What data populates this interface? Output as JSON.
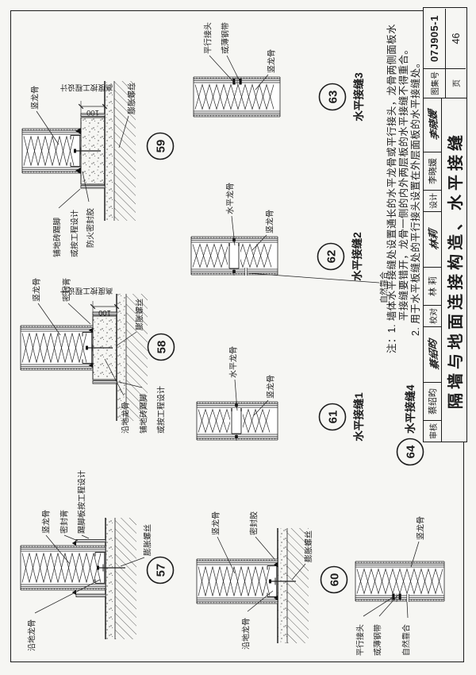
{
  "page": {
    "bg": "#f6f6f3",
    "ink": "#1c1c1c"
  },
  "sheet": {
    "notes": {
      "lines": [
        "注：1. 墙体水平接缝处设置通长的水平龙骨或平行接头，龙骨两侧面板水",
        "平接缝要错开，龙骨一侧的内外两层板的水平接缝不得重合。",
        "2. 用于水平板缝处的平行接头设置在外层面板的水平接缝处。"
      ]
    },
    "titleblock": {
      "title": "隔墙与地面连接构造、水平接缝",
      "atlas_label": "图集号",
      "atlas_no": "07J905-1",
      "page_label": "页",
      "page_no": "46",
      "roles": [
        {
          "label": "审核",
          "name": "蔡绍昀",
          "sig": "蔡绍昀"
        },
        {
          "label": "校对",
          "name": "林 莉",
          "sig": "林莉"
        },
        {
          "label": "设计",
          "name": "李晓媛",
          "sig": "李晓媛"
        }
      ]
    },
    "details": [
      {
        "num": "57",
        "caption": "",
        "labels": [
          "沿地龙骨",
          "竖龙骨",
          "密封膏",
          "踢脚板按工程设计",
          "膨胀螺丝"
        ]
      },
      {
        "num": "58",
        "caption": "",
        "labels": [
          "竖龙骨",
          "密封膏",
          "沿地龙骨",
          "铺地砖踢脚",
          "或按工程设计",
          "膨胀螺丝"
        ],
        "dim": {
          "value": "100",
          "note": "高度按工程设计"
        }
      },
      {
        "num": "59",
        "caption": "",
        "labels": [
          "竖龙骨",
          "铺地砖踢脚",
          "或按工程设计",
          "防火密封胶",
          "膨胀螺丝"
        ],
        "dim": {
          "value": "100",
          "note": "高度按工程设计"
        }
      },
      {
        "num": "60",
        "caption": "",
        "labels": [
          "竖龙骨",
          "密封胶",
          "沿地龙骨",
          "膨胀螺丝"
        ]
      },
      {
        "num": "61",
        "caption": "水平接缝1",
        "labels": [
          "水平龙骨",
          "竖龙骨"
        ]
      },
      {
        "num": "62",
        "caption": "水平接缝2",
        "labels": [
          "水平龙骨",
          "竖龙骨",
          "自然靠合"
        ]
      },
      {
        "num": "63",
        "caption": "水平接缝3",
        "labels": [
          "平行接头",
          "或薄钢带",
          "竖龙骨"
        ]
      },
      {
        "num": "64",
        "caption": "水平接缝4",
        "labels": [
          "平行接头",
          "或薄钢带",
          "自然靠合",
          "竖龙骨"
        ]
      }
    ]
  }
}
